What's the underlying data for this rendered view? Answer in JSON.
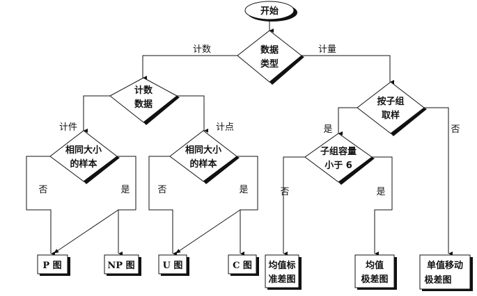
{
  "diagram": {
    "start": "开始",
    "decisions": {
      "data_type": [
        "数据",
        "类型"
      ],
      "count_data": [
        "计数",
        "数据"
      ],
      "same_size_left": [
        "相同大小",
        "的样本"
      ],
      "same_size_right": [
        "相同大小",
        "的样本"
      ],
      "subgroup_sampling": [
        "按子组",
        "取样"
      ],
      "subgroup_size": [
        "子组容量",
        "小于 6"
      ]
    },
    "edge_labels": {
      "count": "计数",
      "measure": "计量",
      "by_item": "计件",
      "by_point": "计点",
      "left_no": "否",
      "left_yes": "是",
      "right_no": "否",
      "right_yes": "是",
      "sampling_yes": "是",
      "sampling_no": "否",
      "size_no": "否",
      "size_yes": "是"
    },
    "results": {
      "p_chart": "P 图",
      "np_chart": "NP 图",
      "u_chart": "U 图",
      "c_chart": "C 图",
      "xbar_s": [
        "均值标",
        "准差图"
      ],
      "xbar_r": [
        "均值",
        "极差图"
      ],
      "i_mr": [
        "单值移动",
        "极差图"
      ]
    }
  }
}
